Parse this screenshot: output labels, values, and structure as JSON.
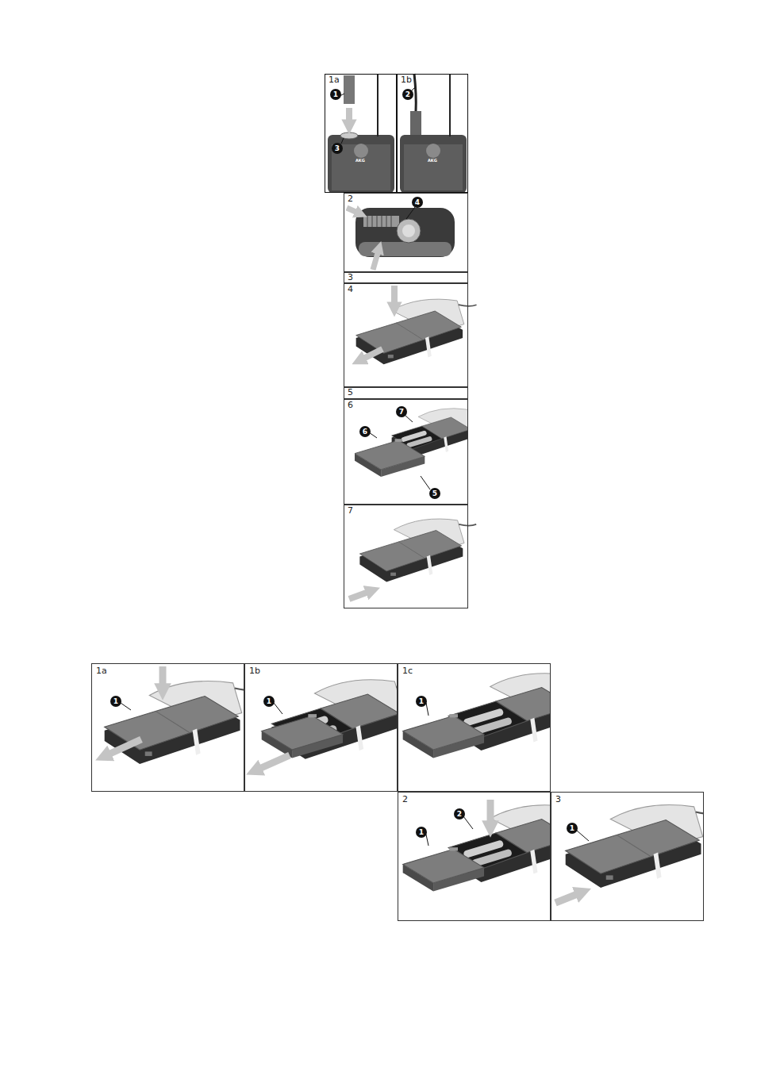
{
  "diagram": {
    "nodes": [
      {
        "text": [
          "1a",
          "1",
          "3"
        ]
      },
      {
        "text": [
          "1b",
          "2"
        ]
      },
      {
        "text": [
          "2",
          "4"
        ]
      },
      {
        "text": [
          "3"
        ]
      },
      {
        "text": [
          "4"
        ]
      },
      {
        "text": [
          "5"
        ]
      },
      {
        "text": [
          "6",
          "7",
          "6",
          "5"
        ]
      },
      {
        "text": [
          "7"
        ]
      },
      {
        "text": [
          "1a",
          "1"
        ]
      },
      {
        "text": [
          "1b",
          "1"
        ]
      },
      {
        "text": [
          "1c",
          "1"
        ]
      },
      {
        "text": [
          "2",
          "1",
          "2"
        ]
      },
      {
        "text": [
          "3",
          "1"
        ]
      }
    ],
    "labels": [
      "AKG",
      "AKG"
    ]
  }
}
